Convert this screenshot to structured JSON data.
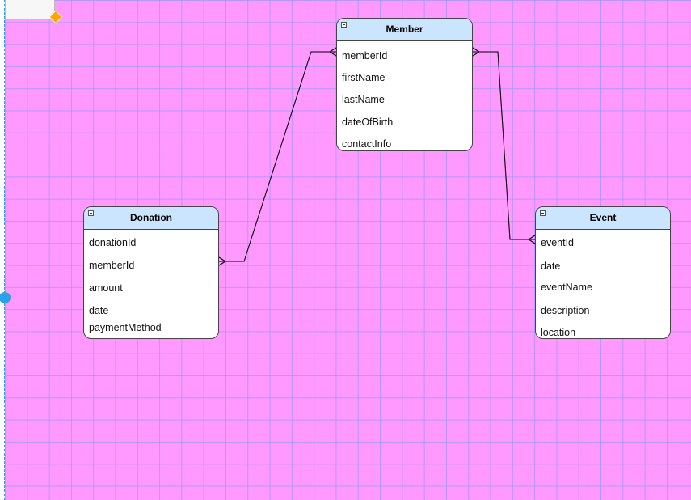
{
  "entities": {
    "member": {
      "title": "Member",
      "attributes": [
        "memberId",
        "firstName",
        "lastName",
        "dateOfBirth",
        "contactInfo"
      ]
    },
    "donation": {
      "title": "Donation",
      "attributes": [
        "donationId",
        "memberId",
        "amount",
        "date",
        "paymentMethod"
      ]
    },
    "event": {
      "title": "Event",
      "attributes": [
        "eventId",
        "date",
        "eventName",
        "description",
        "location"
      ]
    }
  },
  "relationships": [
    {
      "from": "Donation.memberId",
      "to": "Member.memberId",
      "notation": "many-to-many"
    },
    {
      "from": "Member.memberId",
      "to": "Event.eventId",
      "notation": "many-to-many"
    }
  ],
  "colors": {
    "canvas": "#ff99ff",
    "grid": "#7896ff",
    "entity_header": "#cce5ff",
    "edge": "#000000",
    "handle": "#29a3e6",
    "corner_marker": "#ffa500"
  },
  "icons": {
    "entity_toggle": "collapse-minus-icon"
  }
}
